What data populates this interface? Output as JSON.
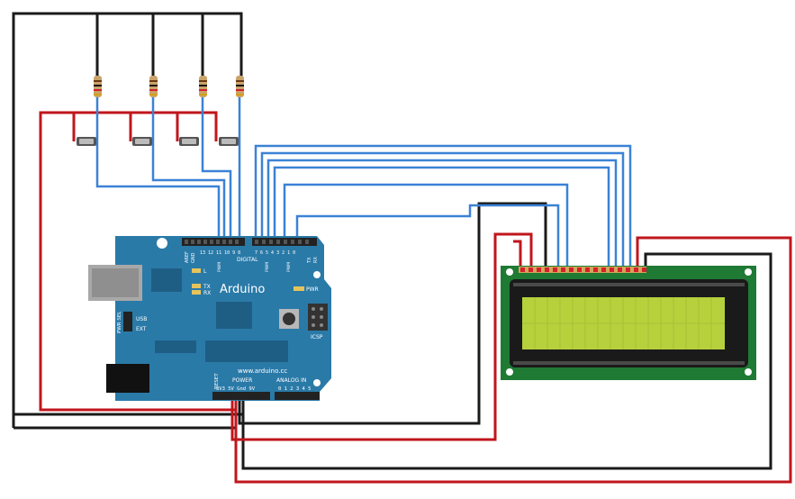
{
  "colors": {
    "wire_black": "#1a1a1a",
    "wire_red": "#c0161c",
    "wire_blue": "#3b82d6",
    "arduino_board": "#2a7aa8",
    "lcd_pcb": "#1f7a34",
    "lcd_screen": "#b6d13c",
    "header_black": "#222222"
  },
  "arduino": {
    "brand": "Arduino",
    "url": "www.arduino.cc",
    "digital_label": "DIGITAL",
    "power_label": "POWER",
    "analog_label": "ANALOG IN",
    "icsp_label": "ICSP",
    "pwr_label": "PWR",
    "usb_label": "USB",
    "ext_label": "EXT",
    "pwr_sel_label": "PWR SEL",
    "led_l": "L",
    "led_tx": "TX",
    "led_rx": "RX",
    "reset_label": "RESET",
    "aref_label": "AREF",
    "gnd_label": "GND",
    "tx_pin_label": "TX",
    "rx_pin_label": "RX",
    "power_pins": "3V3 5V Gnd 9V",
    "analog_pins": "0 1 2 3 4 5",
    "digital_pins_top": "13 12 11 10 9 8",
    "digital_pins_right": "7 6 5 4 3 2 1 0",
    "pwm_label": "PWM"
  },
  "components": {
    "resistors": 4,
    "pushbuttons": 4,
    "lcd": "16x2"
  }
}
